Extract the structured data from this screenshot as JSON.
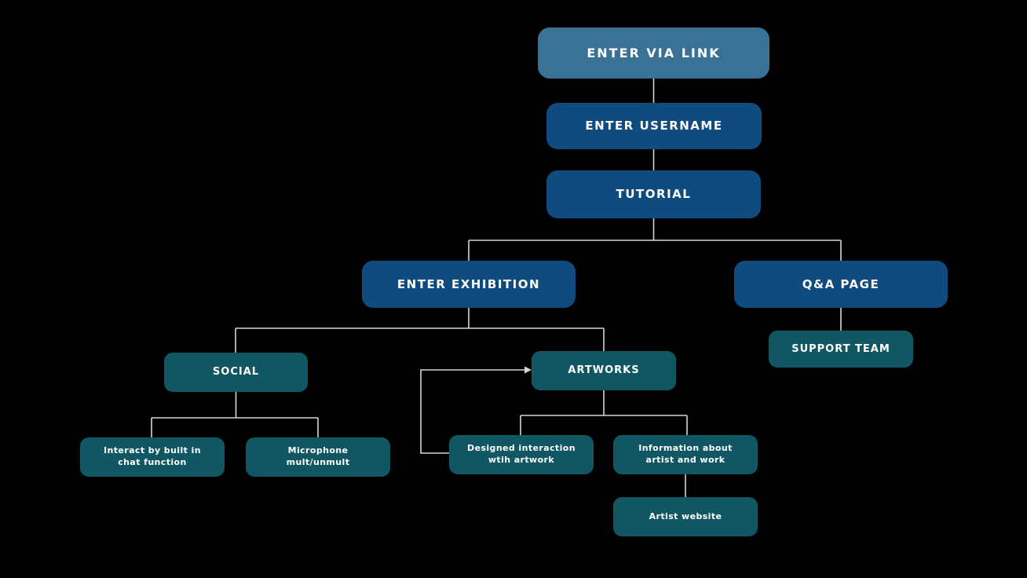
{
  "diagram": {
    "title": "Exhibition user-flow diagram",
    "colors": {
      "background": "#000000",
      "light_blue": "#3a7296",
      "dark_blue": "#0f4b7e",
      "teal": "#115763",
      "connector": "#d6d6d6",
      "text": "#ffffff"
    },
    "nodes": [
      {
        "id": "enter-via-link",
        "label": "ENTER VIA LINK"
      },
      {
        "id": "enter-username",
        "label": "ENTER USERNAME"
      },
      {
        "id": "tutorial",
        "label": "TUTORIAL"
      },
      {
        "id": "enter-exhibition",
        "label": "ENTER EXHIBITION"
      },
      {
        "id": "qa-page",
        "label": "Q&A PAGE"
      },
      {
        "id": "support-team",
        "label": "SUPPORT TEAM"
      },
      {
        "id": "social",
        "label": "SOCIAL"
      },
      {
        "id": "artworks",
        "label": "ARTWORKS"
      },
      {
        "id": "interact-chat",
        "label": "Interact by built in\nchat function"
      },
      {
        "id": "microphone",
        "label": "Microphone\nmult/unmult"
      },
      {
        "id": "designed-interaction",
        "label": "Designed interaction\nwtih artwork"
      },
      {
        "id": "info-artist",
        "label": "Information about\nartist and work"
      },
      {
        "id": "artist-website",
        "label": "Artist website"
      }
    ],
    "edges": [
      {
        "from": "enter-via-link",
        "to": "enter-username",
        "arrow": false
      },
      {
        "from": "enter-username",
        "to": "tutorial",
        "arrow": false
      },
      {
        "from": "tutorial",
        "to": "enter-exhibition",
        "arrow": false
      },
      {
        "from": "tutorial",
        "to": "qa-page",
        "arrow": false
      },
      {
        "from": "qa-page",
        "to": "support-team",
        "arrow": false
      },
      {
        "from": "enter-exhibition",
        "to": "social",
        "arrow": false
      },
      {
        "from": "enter-exhibition",
        "to": "artworks",
        "arrow": false
      },
      {
        "from": "social",
        "to": "interact-chat",
        "arrow": false
      },
      {
        "from": "social",
        "to": "microphone",
        "arrow": false
      },
      {
        "from": "artworks",
        "to": "designed-interaction",
        "arrow": false
      },
      {
        "from": "artworks",
        "to": "info-artist",
        "arrow": false
      },
      {
        "from": "info-artist",
        "to": "artist-website",
        "arrow": false
      },
      {
        "from": "designed-interaction",
        "to": "artworks",
        "arrow": true
      }
    ]
  }
}
